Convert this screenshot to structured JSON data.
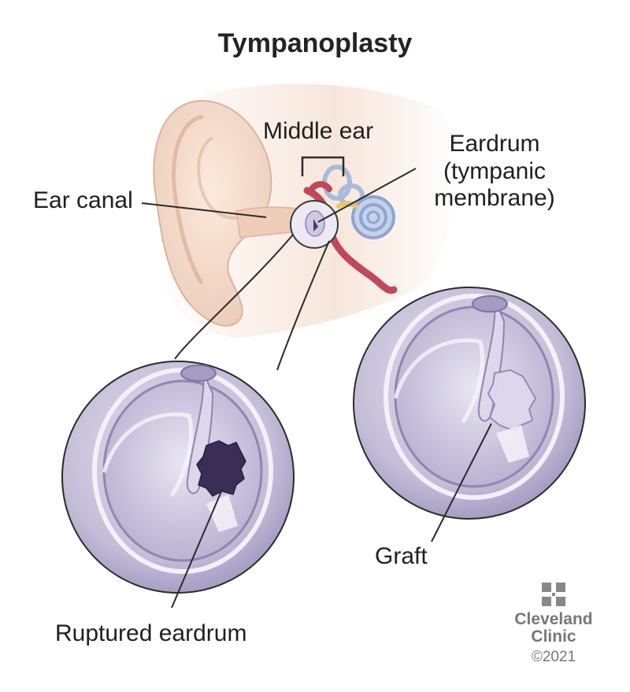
{
  "title": "Tympanoplasty",
  "labels": {
    "middle_ear": "Middle ear",
    "ear_canal": "Ear canal",
    "eardrum_line1": "Eardrum",
    "eardrum_line2": "(tympanic",
    "eardrum_line3": "membrane)",
    "ruptured_eardrum": "Ruptured eardrum",
    "graft": "Graft"
  },
  "logo": {
    "line1": "Cleveland",
    "line2": "Clinic",
    "copyright": "©2021"
  },
  "colors": {
    "skin": "#f2d7c6",
    "skin_shadow": "#e3bca6",
    "membrane": "#c9c3dc",
    "membrane_dark": "#8f86b0",
    "perforation": "#3b2d55",
    "artery": "#c2475a",
    "cochlea": "#9fb4d8",
    "ossicle": "#e8c46a"
  }
}
